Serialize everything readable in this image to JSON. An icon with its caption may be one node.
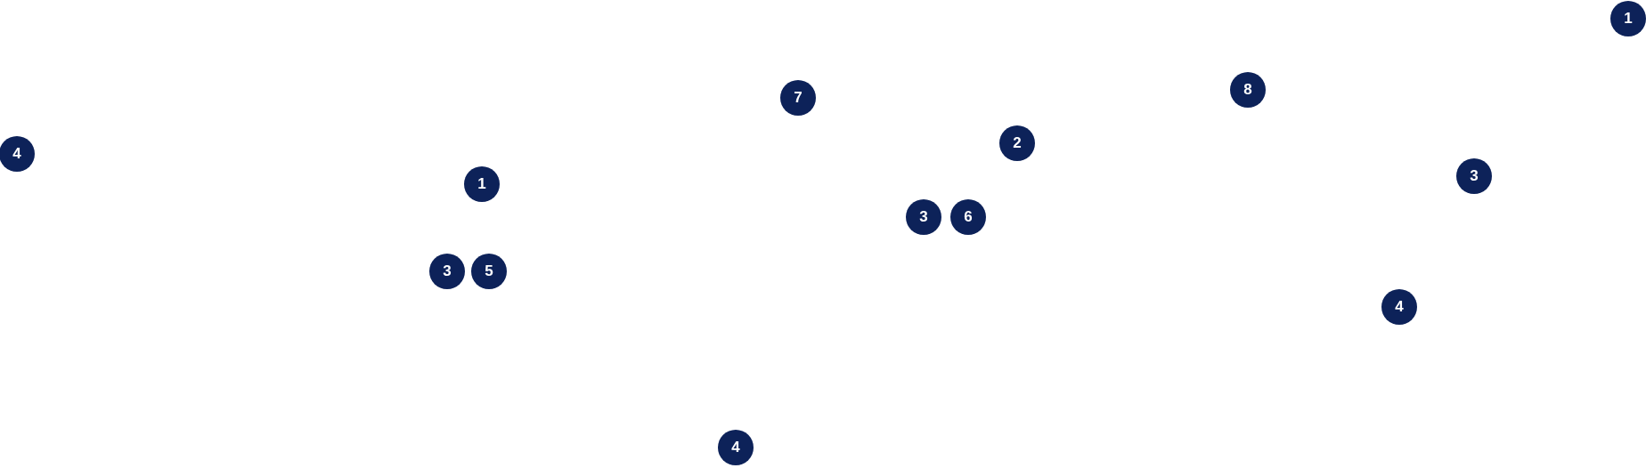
{
  "diagram": {
    "labels": [
      "1",
      "8",
      "7",
      "2",
      "4",
      "3",
      "1",
      "3",
      "6",
      "3",
      "5",
      "4",
      "4"
    ]
  }
}
